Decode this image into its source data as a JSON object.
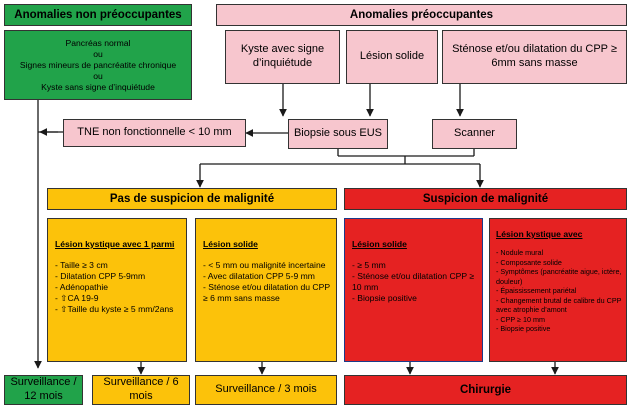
{
  "nonconcern": {
    "title": "Anomalies non préoccupantes",
    "lines": [
      "Pancréas normal",
      "ou",
      "Signes mineurs de pancréatite chronique",
      "ou",
      "Kyste sans signe d’inquiétude"
    ]
  },
  "concern": {
    "title": "Anomalies préoccupantes",
    "kyste": "Kyste avec signe d’inquiétude",
    "lesion": "Lésion solide",
    "stenose": "Sténose et/ou dilatation du CPP ≥ 6mm sans masse"
  },
  "tne": "TNE non fonctionnelle < 10 mm",
  "biopsie": "Biopsie sous EUS",
  "scanner": "Scanner",
  "no_susp": {
    "title": "Pas de suspicion de malignité",
    "cystic": {
      "title": "Lésion kystique avec 1 parmi",
      "items": [
        "- Taille ≥ 3 cm",
        "- Dilatation CPP 5-9mm",
        "- Adénopathie",
        "- ⇧CA 19-9",
        "- ⇧Taille du kyste ≥ 5 mm/2ans"
      ]
    },
    "solid": {
      "title": "Lésion solide",
      "items": [
        "- < 5 mm ou malignité incertaine",
        "- Avec dilatation CPP 5-9 mm",
        "- Sténose et/ou dilatation du CPP ≥ 6 mm sans masse"
      ]
    }
  },
  "susp": {
    "title": "Suspicion de malignité",
    "solid": {
      "title": "Lésion solide",
      "items": [
        "- ≥ 5 mm",
        "- Sténose et/ou dilatation CPP ≥ 10 mm",
        "- Biopsie positive"
      ]
    },
    "cystic": {
      "title": "Lésion kystique avec",
      "items": [
        "- Nodule mural",
        "- Composante solide",
        "- Symptômes (pancréatite aigue, ictère, douleur)",
        "- Épaississement pariétal",
        "- Changement brutal de calibre du CPP avec atrophie d’amont",
        "- CPP ≥ 10 mm",
        "- Biopsie positive"
      ]
    }
  },
  "outcomes": {
    "surv12": "Surveillance / 12 mois",
    "surv6": "Surveillance / 6 mois",
    "surv3": "Surveillance / 3 mois",
    "chirurgie": "Chirurgie"
  }
}
